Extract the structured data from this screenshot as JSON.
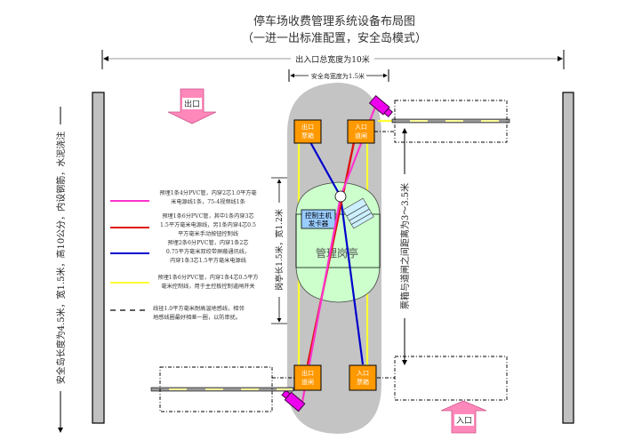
{
  "title": {
    "line1": "停车场收费管理系统设备布局图",
    "line2": "（一进一出标准配置，安全岛模式）"
  },
  "dimensions": {
    "total_width": "出入口总宽度为10米",
    "island_width": "安全岛宽度为1.5米",
    "island_length": "安全岛长度为4.5米，宽1.5米，高10公分，内设钢筋，水泥浇注",
    "booth_size": "岗亭长1.5米，宽1.2米",
    "box_gate_distance": "票箱与道闸之间距离为3～3.5米"
  },
  "arrows": {
    "exit": "出口",
    "entry": "入口"
  },
  "devices": {
    "exit_ticket_box": "出口\n票箱",
    "entry_gate": "入口\n道闸",
    "exit_gate": "出口\n道闸",
    "entry_ticket_box": "入口\n票箱",
    "controller": "控制主机\n发卡器",
    "booth": "管理岗亭"
  },
  "legend": [
    {
      "color": "#ff33cc",
      "style": "solid",
      "text": [
        "预埋1条4分PVC管，内穿2芯1.0平方毫",
        "米电源线1条，75-4视频线1条"
      ]
    },
    {
      "color": "#dd1111",
      "style": "solid",
      "text": [
        "预埋1条6分PVC管，其中1条内穿3芯",
        "1.5平方毫米电源线，另1条内穿4芯0.5",
        "平方毫米手动按钮控制线"
      ]
    },
    {
      "color": "#0000cc",
      "style": "solid",
      "text": [
        "预埋2条6分PVC管，内穿1条2芯",
        "0.75平方毫米双绞带屏蔽通讯线，",
        "内穿1条3芯1.5平方毫米电源线"
      ]
    },
    {
      "color": "#ffff33",
      "style": "solid",
      "text": [
        "预埋1条6分PVC管，内穿1条4芯0.5平方",
        "毫米控制线，用于主控板控制道闸开关"
      ]
    },
    {
      "color": "#000000",
      "style": "dashed",
      "text": [
        "线径1.0平方毫米耐高温地感线，相邻",
        "地感线圈最好相差一圈，以防串扰。"
      ]
    }
  ],
  "colors": {
    "island": "#c4c4c4",
    "booth": "#ccffcc",
    "device": "#ff9900",
    "camera": "#ee00ee",
    "arrow": "#ff88bb",
    "controller": "#99ccff",
    "wall": "#c0c0c0"
  }
}
